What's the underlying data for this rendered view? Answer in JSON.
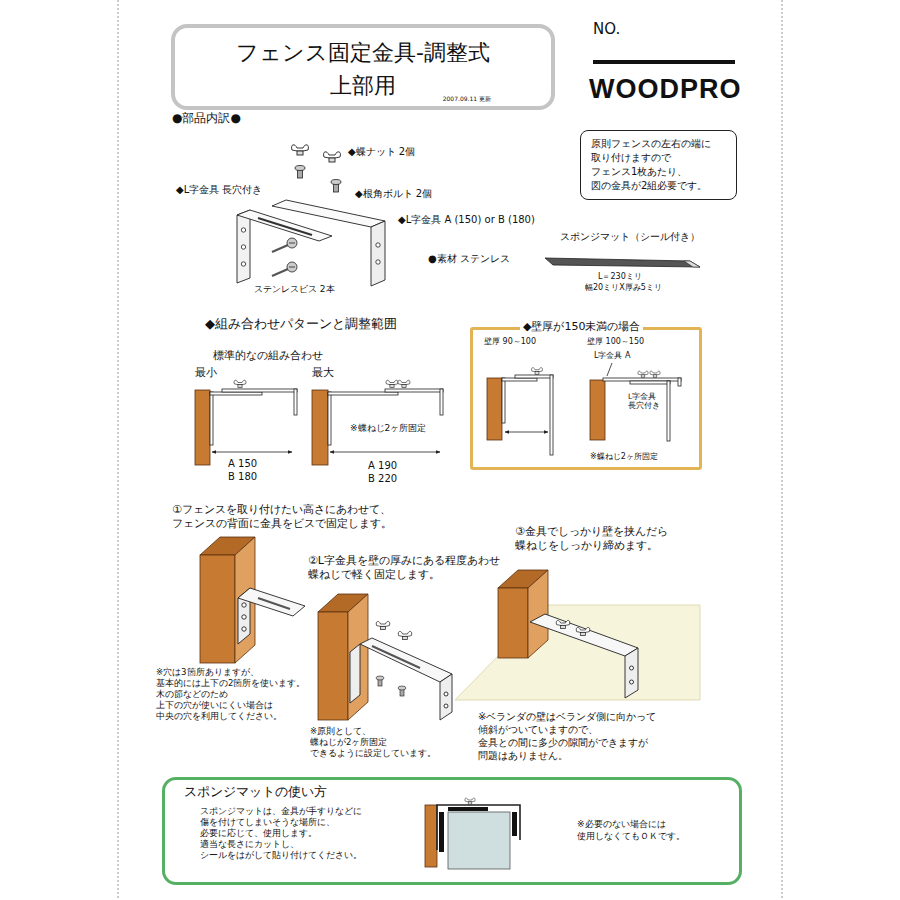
{
  "diagram": {
    "nodes": [
      {
        "text": [
          "フェンス固定金具-調整式 上部用",
          "2007.09.11 更新"
        ]
      },
      {
        "text": [
          "原則フェンスの左右の端に 取り付けますので フェンス1枚あたり、 図の金具が2組必要です。"
        ]
      },
      {
        "text": [
          "◆壁厚が150未満の場合",
          "壁厚 90～100",
          "壁厚 100～150",
          "L字金具 A",
          "L字金具 長穴付き",
          "※蝶ねじ2ヶ所固定"
        ]
      },
      {
        "text": [
          "スポンジマットの使い方",
          "スポンジマットは、金具が手すりなどに 傷を付けてしまいそうな場所に、 必要に応じて、使用します。 適当な長さにカットし、 シールをはがして貼り付けてください。",
          "※必要のない場合には 使用しなくてもＯＫです。"
        ]
      }
    ],
    "labels": [
      "NO.",
      "WOODPRO",
      "●部品内訳●",
      "◆蝶ナット 2個",
      "◆L字金具 長穴付き",
      "◆根角ボルト 2個",
      "◆L字金具 A (150) or B (180)",
      "●素材 ステンレス",
      "ステンレスビス 2本",
      "スポンジマット（シール付き）",
      "L＝230ミリ",
      "幅20ミリX厚み5ミリ",
      "◆組み合わせパターンと調整範囲",
      "標準的なの組み合わせ",
      "最小",
      "最大",
      "A 150",
      "B 180",
      "※蝶ねじ2ヶ所固定",
      "A 190",
      "B 220",
      "①フェンスを取り付けたい高さにあわせて、 フェンスの背面に金具をビスで固定します。",
      "②L字金具を壁の厚みにある程度あわせ 蝶ねじで軽く固定します。",
      "③金具でしっかり壁を挟んだら 蝶ねじをしっかり締めます。",
      "※穴は3箇所ありますが、 基本的には上下の2箇所を使います。 木の節などのため 上下の穴が使いにくい場合は 中央の穴を利用してください。",
      "※原則として、 蝶ねじが2ヶ所固定 できるように設定しています。",
      "※ベランダの壁はベランダ側に向かって 傾斜がついていますので、 金具との間に多少の隙間ができますが 問題はありません。"
    ]
  }
}
